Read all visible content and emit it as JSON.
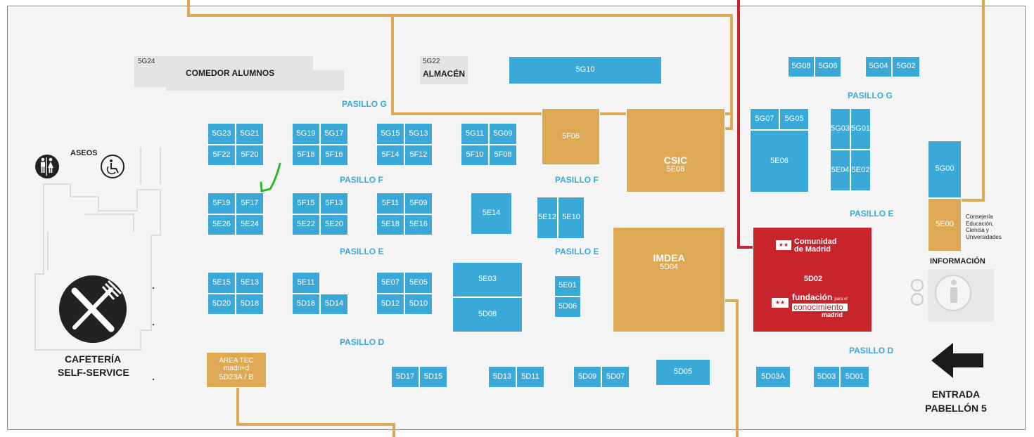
{
  "colors": {
    "stand_blue": "#3aa9d8",
    "stand_gold": "#dea955",
    "stand_red": "#c9232c",
    "route_red": "#c9232c",
    "route_gold": "#dea955",
    "highlight_marker": "#2db82d"
  },
  "corridors": {
    "pasillo_g_1": "PASILLO G",
    "pasillo_g_2": "PASILLO G",
    "pasillo_f_1": "PASILLO F",
    "pasillo_f_2": "PASILLO F",
    "pasillo_e_1": "PASILLO E",
    "pasillo_e_2": "PASILLO E",
    "pasillo_e_3": "PASILLO E",
    "pasillo_d_1": "PASILLO D",
    "pasillo_d_2": "PASILLO D"
  },
  "areas": {
    "comedor_code": "5G24",
    "comedor": "COMEDOR ALUMNOS",
    "almacen_code": "5G22",
    "almacen": "ALMACÉN",
    "aseos": "ASEOS",
    "cafeteria_1": "CAFETERÍA",
    "cafeteria_2": "SELF-SERVICE",
    "informacion": "INFORMACIÓN",
    "consejeria": [
      "Consejería",
      "Educación,",
      "Ciencia y",
      "Universidades"
    ],
    "entrada_1": "ENTRADA",
    "entrada_2": "PABELLÓN 5"
  },
  "special": {
    "csic_name": "CSIC",
    "csic_code": "5E08",
    "imdea_name": "IMDEA",
    "imdea_code": "5D04",
    "area_tec_1": "ÁREA TEC",
    "area_tec_2": "madri+d",
    "area_tec_3": "5D23A / B",
    "comunidad_1": "Comunidad",
    "comunidad_2": "de Madrid",
    "comunidad_code": "5D02",
    "fundacion_1": "fundación",
    "fundacion_2": "para el",
    "fundacion_3": "conocimiento",
    "fundacion_4": "madrid"
  },
  "highlighted_stand": "5F17",
  "stands": [
    {
      "code": "5G10",
      "color": "blue"
    },
    {
      "code": "5G08",
      "color": "blue"
    },
    {
      "code": "5G06",
      "color": "blue"
    },
    {
      "code": "5G04",
      "color": "blue"
    },
    {
      "code": "5G02",
      "color": "blue"
    },
    {
      "code": "5G23",
      "color": "blue"
    },
    {
      "code": "5G21",
      "color": "blue"
    },
    {
      "code": "5F22",
      "color": "blue"
    },
    {
      "code": "5F20",
      "color": "blue"
    },
    {
      "code": "5G19",
      "color": "blue"
    },
    {
      "code": "5G17",
      "color": "blue"
    },
    {
      "code": "5F18",
      "color": "blue"
    },
    {
      "code": "5F16",
      "color": "blue"
    },
    {
      "code": "5G15",
      "color": "blue"
    },
    {
      "code": "5G13",
      "color": "blue"
    },
    {
      "code": "5F14",
      "color": "blue"
    },
    {
      "code": "5F12",
      "color": "blue"
    },
    {
      "code": "5G11",
      "color": "blue"
    },
    {
      "code": "5G09",
      "color": "blue"
    },
    {
      "code": "5F10",
      "color": "blue"
    },
    {
      "code": "5F08",
      "color": "blue"
    },
    {
      "code": "5F06",
      "color": "gold"
    },
    {
      "code": "5G07",
      "color": "blue"
    },
    {
      "code": "5G05",
      "color": "blue"
    },
    {
      "code": "5E06",
      "color": "blue"
    },
    {
      "code": "5G03",
      "color": "blue"
    },
    {
      "code": "5G01",
      "color": "blue"
    },
    {
      "code": "5E04",
      "color": "blue"
    },
    {
      "code": "5E02",
      "color": "blue"
    },
    {
      "code": "5G00",
      "color": "blue"
    },
    {
      "code": "5E00",
      "color": "gold"
    },
    {
      "code": "5F19",
      "color": "blue"
    },
    {
      "code": "5F17",
      "color": "blue"
    },
    {
      "code": "5E26",
      "color": "blue"
    },
    {
      "code": "5E24",
      "color": "blue"
    },
    {
      "code": "5F15",
      "color": "blue"
    },
    {
      "code": "5F13",
      "color": "blue"
    },
    {
      "code": "5E22",
      "color": "blue"
    },
    {
      "code": "5E20",
      "color": "blue"
    },
    {
      "code": "5F11",
      "color": "blue"
    },
    {
      "code": "5F09",
      "color": "blue"
    },
    {
      "code": "5E18",
      "color": "blue"
    },
    {
      "code": "5E16",
      "color": "blue"
    },
    {
      "code": "5E14",
      "color": "blue"
    },
    {
      "code": "5E12",
      "color": "blue"
    },
    {
      "code": "5E10",
      "color": "blue"
    },
    {
      "code": "5E15",
      "color": "blue"
    },
    {
      "code": "5E13",
      "color": "blue"
    },
    {
      "code": "5D20",
      "color": "blue"
    },
    {
      "code": "5D18",
      "color": "blue"
    },
    {
      "code": "5E11",
      "color": "blue"
    },
    {
      "code": "5D16",
      "color": "blue"
    },
    {
      "code": "5D14",
      "color": "blue"
    },
    {
      "code": "5E07",
      "color": "blue"
    },
    {
      "code": "5E05",
      "color": "blue"
    },
    {
      "code": "5D12",
      "color": "blue"
    },
    {
      "code": "5D10",
      "color": "blue"
    },
    {
      "code": "5E03",
      "color": "blue"
    },
    {
      "code": "5D08",
      "color": "blue"
    },
    {
      "code": "5E01",
      "color": "blue"
    },
    {
      "code": "5D06",
      "color": "blue"
    },
    {
      "code": "5D17",
      "color": "blue"
    },
    {
      "code": "5D15",
      "color": "blue"
    },
    {
      "code": "5D13",
      "color": "blue"
    },
    {
      "code": "5D11",
      "color": "blue"
    },
    {
      "code": "5D09",
      "color": "blue"
    },
    {
      "code": "5D07",
      "color": "blue"
    },
    {
      "code": "5D05",
      "color": "blue"
    },
    {
      "code": "5D03A",
      "color": "blue"
    },
    {
      "code": "5D03",
      "color": "blue"
    },
    {
      "code": "5D01",
      "color": "blue"
    }
  ]
}
